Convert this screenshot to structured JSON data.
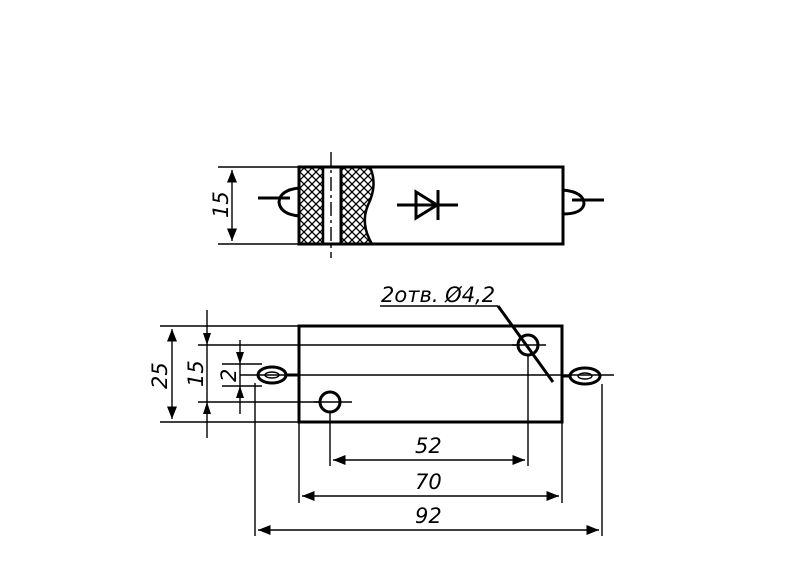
{
  "top_view": {
    "height_dim": "15",
    "symbol": "diode-symbol"
  },
  "front_view": {
    "dim_overall_height": "25",
    "dim_body_height": "15",
    "dim_offset": "2",
    "dim_hole_spacing": "52",
    "dim_body_length": "70",
    "dim_overall_length": "92",
    "hole_note": "2отв. Ø4,2"
  }
}
